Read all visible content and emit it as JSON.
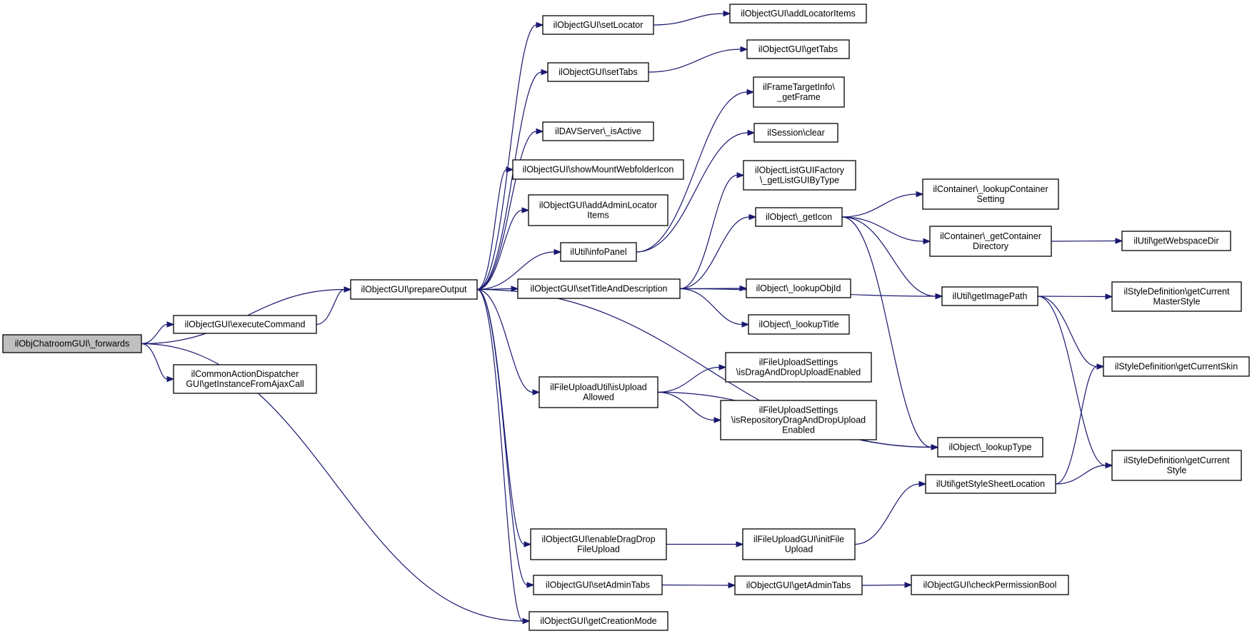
{
  "graph": {
    "colors": {
      "node_fill": "#ffffff",
      "root_fill": "#bfbfbf",
      "border": "#000000",
      "edge": "#191970"
    },
    "nodes": [
      {
        "id": "root",
        "lines": [
          "ilObjChatroomGUI\\_forwards"
        ],
        "root": true
      },
      {
        "id": "executeCommand",
        "lines": [
          "ilObjectGUI\\executeCommand"
        ]
      },
      {
        "id": "prepareOutput",
        "lines": [
          "ilObjectGUI\\prepareOutput"
        ]
      },
      {
        "id": "commonAction",
        "lines": [
          "ilCommonActionDispatcher",
          "GUI\\getInstanceFromAjaxCall"
        ]
      },
      {
        "id": "setLocator",
        "lines": [
          "ilObjectGUI\\setLocator"
        ]
      },
      {
        "id": "setTabs",
        "lines": [
          "ilObjectGUI\\setTabs"
        ]
      },
      {
        "id": "davIsActive",
        "lines": [
          "ilDAVServer\\_isActive"
        ]
      },
      {
        "id": "showMount",
        "lines": [
          "ilObjectGUI\\showMountWebfolderIcon"
        ]
      },
      {
        "id": "addAdminLocator",
        "lines": [
          "ilObjectGUI\\addAdminLocator",
          "Items"
        ]
      },
      {
        "id": "infoPanel",
        "lines": [
          "ilUtil\\infoPanel"
        ]
      },
      {
        "id": "setTitleDesc",
        "lines": [
          "ilObjectGUI\\setTitleAndDescription"
        ]
      },
      {
        "id": "isUploadAllowed",
        "lines": [
          "ilFileUploadUtil\\isUpload",
          "Allowed"
        ]
      },
      {
        "id": "enableDragDrop",
        "lines": [
          "ilObjectGUI\\enableDragDrop",
          "FileUpload"
        ]
      },
      {
        "id": "setAdminTabs",
        "lines": [
          "ilObjectGUI\\setAdminTabs"
        ]
      },
      {
        "id": "getCreationMode",
        "lines": [
          "ilObjectGUI\\getCreationMode"
        ]
      },
      {
        "id": "addLocatorItems",
        "lines": [
          "ilObjectGUI\\addLocatorItems"
        ]
      },
      {
        "id": "getTabs",
        "lines": [
          "ilObjectGUI\\getTabs"
        ]
      },
      {
        "id": "getFrame",
        "lines": [
          "ilFrameTargetInfo\\",
          "_getFrame"
        ]
      },
      {
        "id": "sessionClear",
        "lines": [
          "ilSession\\clear"
        ]
      },
      {
        "id": "listGUIFactory",
        "lines": [
          "ilObjectListGUIFactory",
          "\\_getListGUIByType"
        ]
      },
      {
        "id": "getIcon",
        "lines": [
          "ilObject\\_getIcon"
        ]
      },
      {
        "id": "lookupObjId",
        "lines": [
          "ilObject\\_lookupObjId"
        ]
      },
      {
        "id": "lookupTitle",
        "lines": [
          "ilObject\\_lookupTitle"
        ]
      },
      {
        "id": "dragDropEnabled",
        "lines": [
          "ilFileUploadSettings",
          "\\isDragAndDropUploadEnabled"
        ]
      },
      {
        "id": "repoDragDrop",
        "lines": [
          "ilFileUploadSettings",
          "\\isRepositoryDragAndDropUpload",
          "Enabled"
        ]
      },
      {
        "id": "lookupType",
        "lines": [
          "ilObject\\_lookupType"
        ]
      },
      {
        "id": "initFileUpload",
        "lines": [
          "ilFileUploadGUI\\initFile",
          "Upload"
        ]
      },
      {
        "id": "getAdminTabs",
        "lines": [
          "ilObjectGUI\\getAdminTabs"
        ]
      },
      {
        "id": "lookupContainer",
        "lines": [
          "ilContainer\\_lookupContainer",
          "Setting"
        ]
      },
      {
        "id": "getContainerDir",
        "lines": [
          "ilContainer\\_getContainer",
          "Directory"
        ]
      },
      {
        "id": "getImagePath",
        "lines": [
          "ilUtil\\getImagePath"
        ]
      },
      {
        "id": "getStyleSheet",
        "lines": [
          "ilUtil\\getStyleSheetLocation"
        ]
      },
      {
        "id": "checkPermBool",
        "lines": [
          "ilObjectGUI\\checkPermissionBool"
        ]
      },
      {
        "id": "getWebspaceDir",
        "lines": [
          "ilUtil\\getWebspaceDir"
        ]
      },
      {
        "id": "masterStyle",
        "lines": [
          "ilStyleDefinition\\getCurrent",
          "MasterStyle"
        ]
      },
      {
        "id": "currentSkin",
        "lines": [
          "ilStyleDefinition\\getCurrentSkin"
        ]
      },
      {
        "id": "currentStyle",
        "lines": [
          "ilStyleDefinition\\getCurrent",
          "Style"
        ]
      }
    ],
    "edges": [
      [
        "root",
        "prepareOutput"
      ],
      [
        "root",
        "executeCommand"
      ],
      [
        "root",
        "commonAction"
      ],
      [
        "root",
        "getCreationMode"
      ],
      [
        "executeCommand",
        "prepareOutput"
      ],
      [
        "prepareOutput",
        "setLocator"
      ],
      [
        "prepareOutput",
        "setTabs"
      ],
      [
        "prepareOutput",
        "davIsActive"
      ],
      [
        "prepareOutput",
        "showMount"
      ],
      [
        "prepareOutput",
        "addAdminLocator"
      ],
      [
        "prepareOutput",
        "infoPanel"
      ],
      [
        "prepareOutput",
        "setTitleDesc"
      ],
      [
        "prepareOutput",
        "isUploadAllowed"
      ],
      [
        "prepareOutput",
        "lookupType"
      ],
      [
        "prepareOutput",
        "enableDragDrop"
      ],
      [
        "prepareOutput",
        "setAdminTabs"
      ],
      [
        "prepareOutput",
        "getCreationMode"
      ],
      [
        "setLocator",
        "addLocatorItems"
      ],
      [
        "setTabs",
        "getTabs"
      ],
      [
        "infoPanel",
        "getFrame"
      ],
      [
        "infoPanel",
        "sessionClear"
      ],
      [
        "setTitleDesc",
        "listGUIFactory"
      ],
      [
        "setTitleDesc",
        "getIcon"
      ],
      [
        "setTitleDesc",
        "getImagePath"
      ],
      [
        "setTitleDesc",
        "lookupObjId"
      ],
      [
        "setTitleDesc",
        "lookupTitle"
      ],
      [
        "isUploadAllowed",
        "dragDropEnabled"
      ],
      [
        "isUploadAllowed",
        "repoDragDrop"
      ],
      [
        "isUploadAllowed",
        "lookupType"
      ],
      [
        "getIcon",
        "lookupContainer"
      ],
      [
        "getIcon",
        "getContainerDir"
      ],
      [
        "getIcon",
        "getImagePath"
      ],
      [
        "getIcon",
        "lookupType"
      ],
      [
        "getContainerDir",
        "getWebspaceDir"
      ],
      [
        "getImagePath",
        "masterStyle"
      ],
      [
        "getImagePath",
        "currentSkin"
      ],
      [
        "getImagePath",
        "currentStyle"
      ],
      [
        "getStyleSheet",
        "currentSkin"
      ],
      [
        "getStyleSheet",
        "currentStyle"
      ],
      [
        "enableDragDrop",
        "initFileUpload"
      ],
      [
        "initFileUpload",
        "getStyleSheet"
      ],
      [
        "setAdminTabs",
        "getAdminTabs"
      ],
      [
        "getAdminTabs",
        "checkPermBool"
      ]
    ]
  }
}
